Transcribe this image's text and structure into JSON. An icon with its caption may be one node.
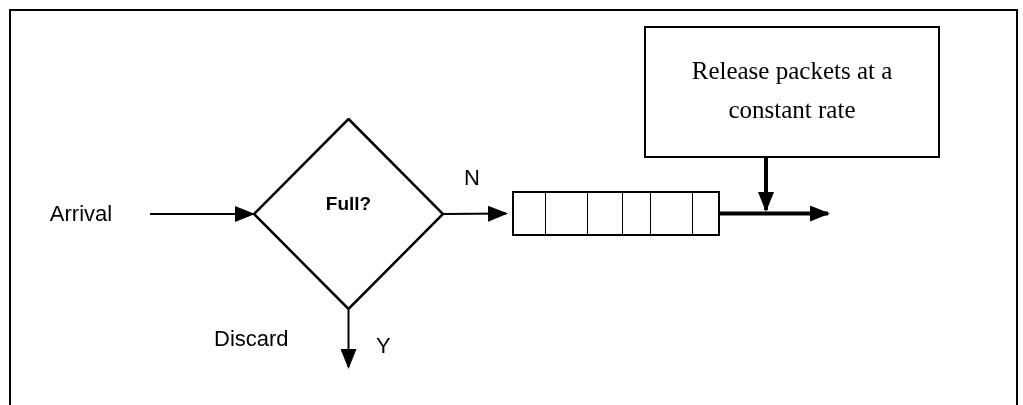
{
  "diagram": {
    "nodes": [
      {
        "text": [
          "Arrival"
        ]
      },
      {
        "text": [
          "Full?"
        ]
      },
      {
        "text": [],
        "shape": "bar"
      },
      {
        "text": [
          "Release packets at a constant rate"
        ]
      }
    ],
    "edges": [
      {
        "from": 0,
        "to": 1,
        "arrow": "to"
      },
      {
        "from": 1,
        "to": 2,
        "arrow": "to",
        "label": "N"
      },
      {
        "from": 1,
        "to": null,
        "arrow": "to",
        "label": "Y"
      },
      {
        "from": 2,
        "to": null,
        "arrow": "to",
        "style": "thick"
      },
      {
        "from": 3,
        "to": null,
        "arrow": "to",
        "style": "thick"
      }
    ],
    "labels": [
      "Discard"
    ]
  }
}
